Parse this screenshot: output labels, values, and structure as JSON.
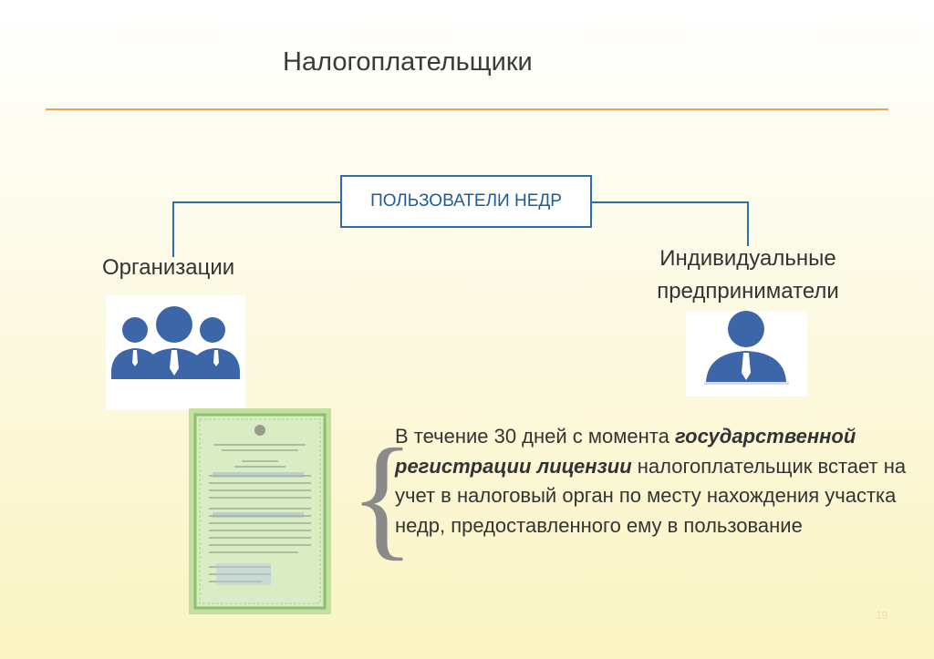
{
  "title": "Налогоплательщики",
  "center_box": "ПОЛЬЗОВАТЕЛИ НЕДР",
  "left_label": "Организации",
  "right_label": [
    "Индивидуальные",
    "предприниматели"
  ],
  "note": {
    "part1": "В течение 30 дней с момента ",
    "emphasis": "государственной регистрации лицензии",
    "part2": " налогоплательщик встает на учет в налоговый орган по месту нахождения участка недр, предоставленного ему в пользование"
  },
  "page_number": "19",
  "colors": {
    "accent_line": "#f0a450",
    "box_border": "#2a6fad",
    "icon_fill": "#3d66a8",
    "license_green": "#c7e2a4"
  },
  "icons": [
    "people-group-icon",
    "person-icon",
    "license-document-icon",
    "curly-brace-icon"
  ]
}
